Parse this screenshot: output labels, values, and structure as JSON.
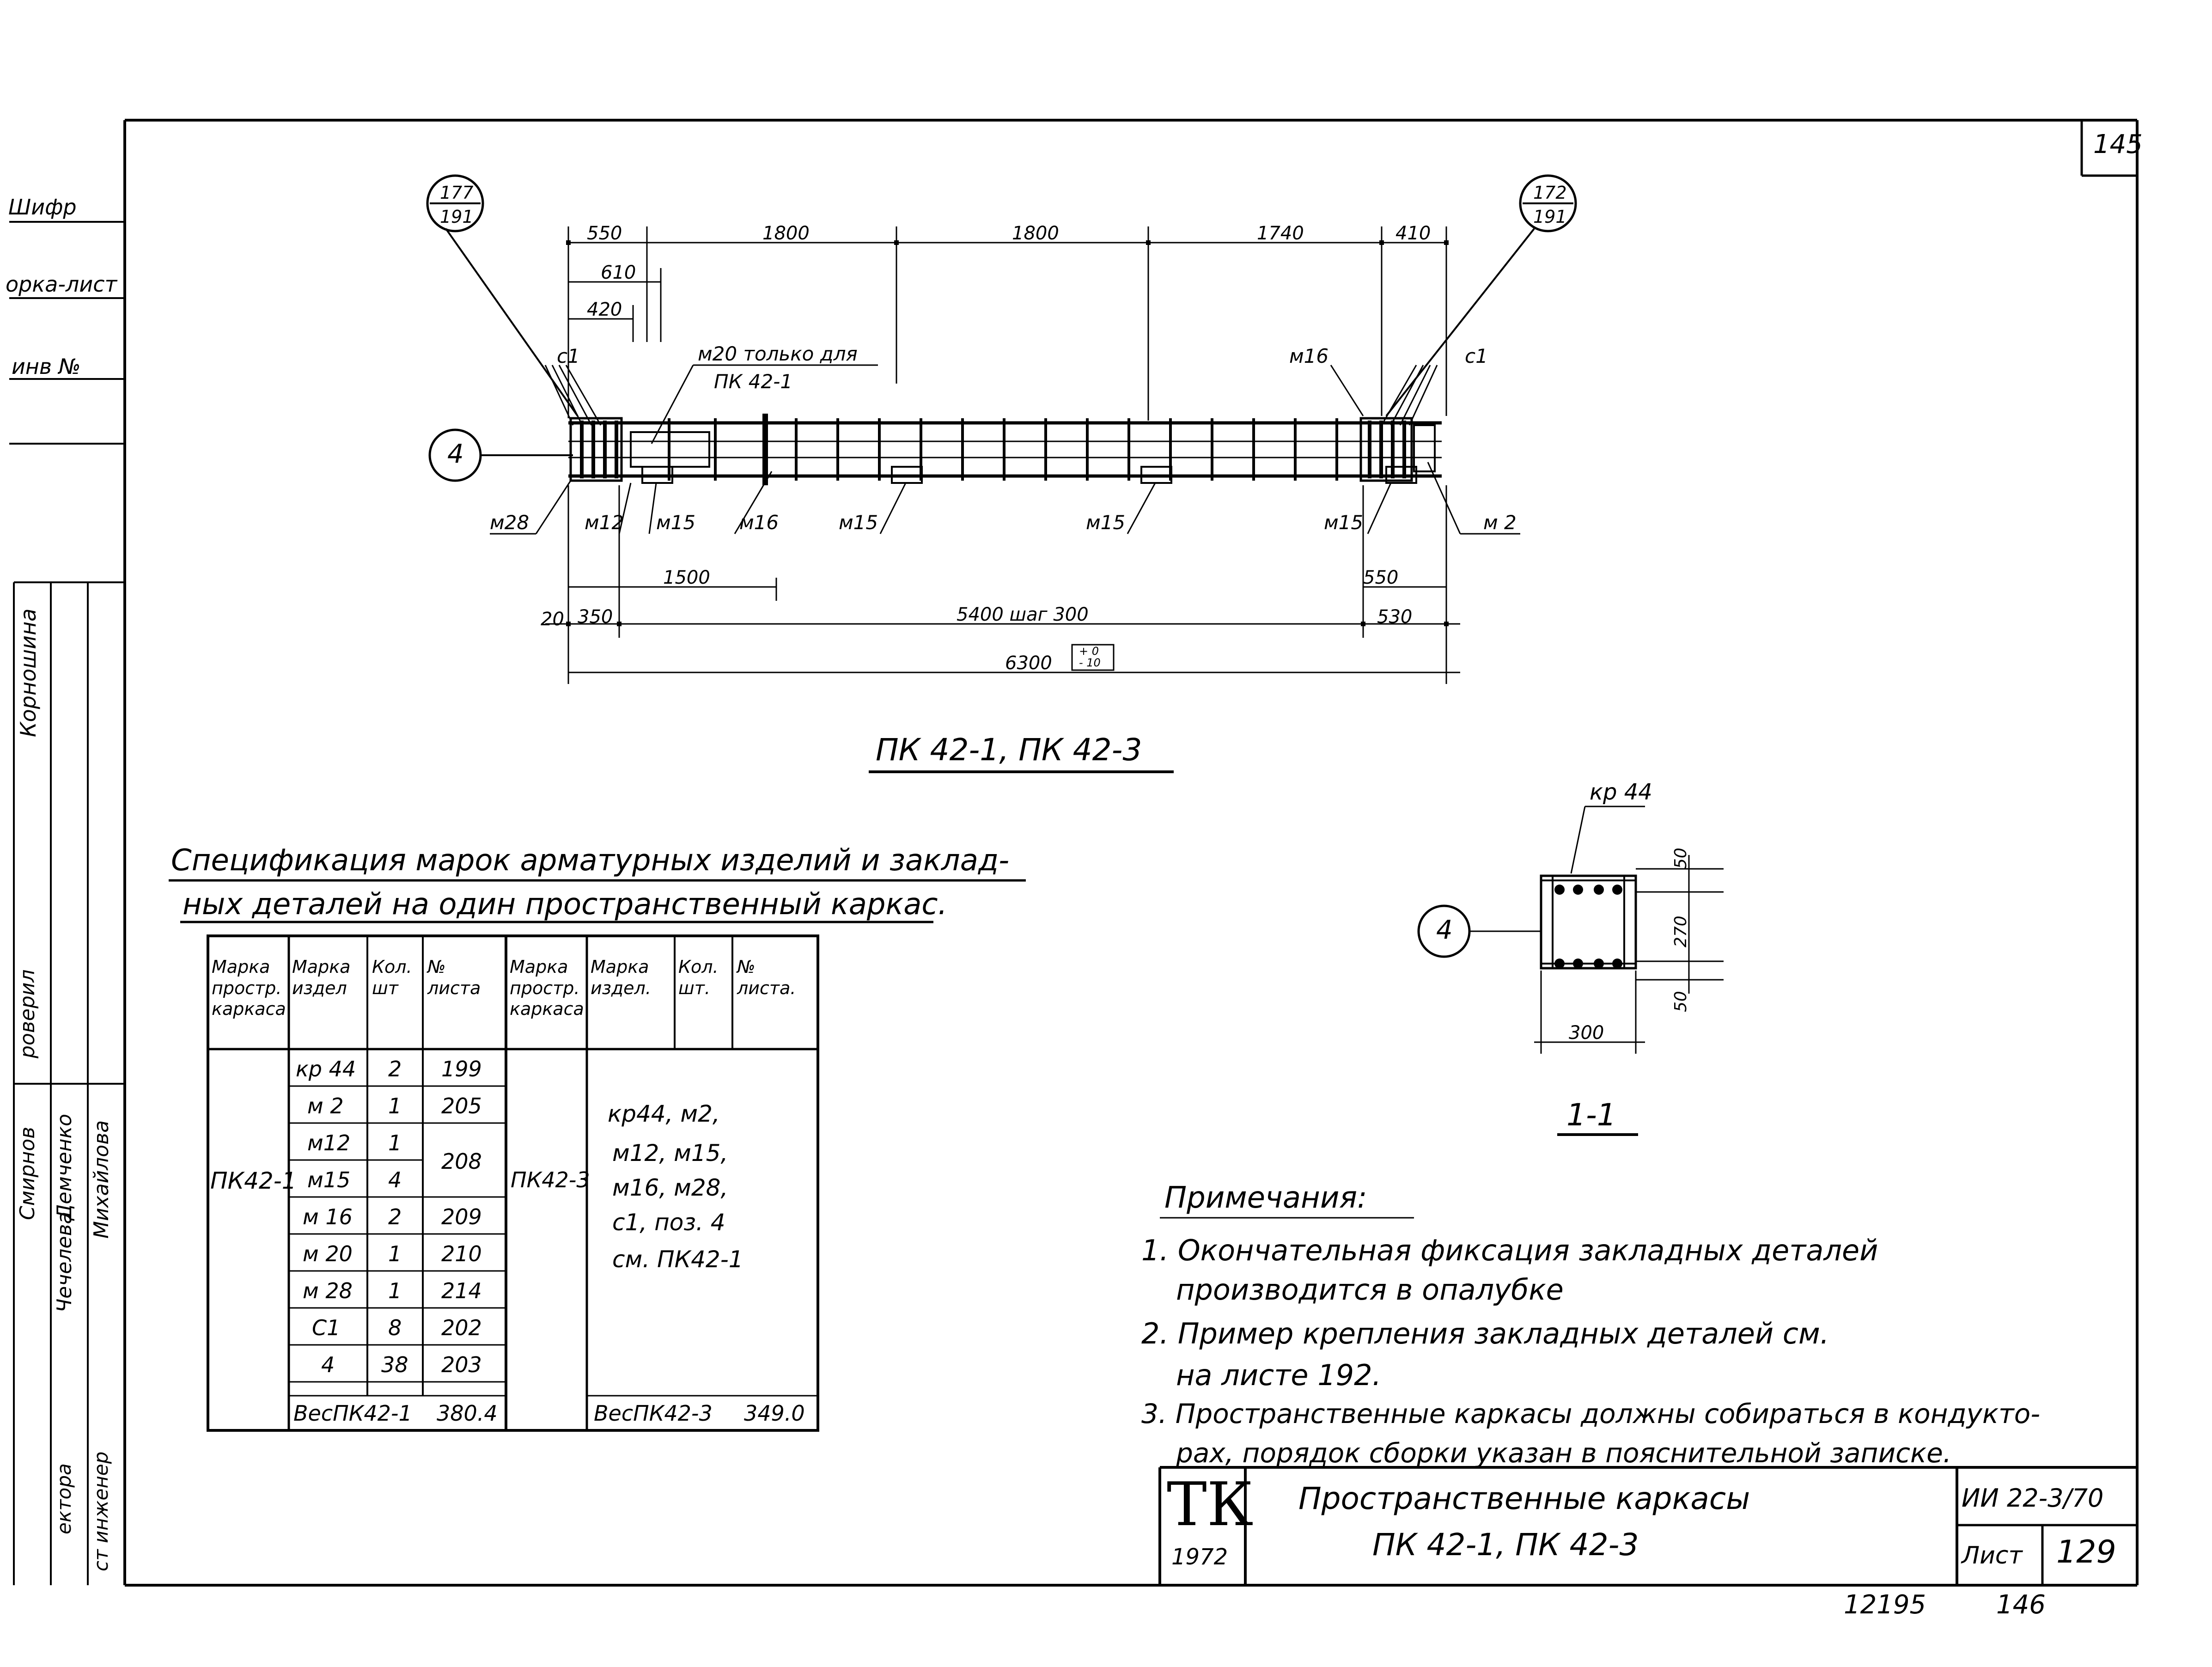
{
  "sheet_number_top": "145",
  "bottom_left_numbers": {
    "left": "12195",
    "right": "146"
  },
  "left_margin_labels": [
    "Шифр",
    "орка-лист",
    "инв №"
  ],
  "signature_block": {
    "names": [
      "Корношина",
      "Смирнов",
      "Демченко",
      "Чечелева",
      "Михайлова"
    ],
    "roles": [
      "роверил",
      "ст инженер",
      "ектора"
    ]
  },
  "main_drawing": {
    "title": "ПК 42-1, ПК 42-3",
    "ref_left": {
      "top": "177",
      "bottom": "191"
    },
    "ref_right": {
      "top": "172",
      "bottom": "191"
    },
    "section_mark": "4",
    "top_dimensions": [
      "550",
      "1800",
      "1800",
      "1740",
      "410",
      "610",
      "420"
    ],
    "bottom_dimensions": [
      "1500",
      "550",
      "20",
      "350",
      "5400 шаг 300",
      "530",
      "6300"
    ],
    "tolerance": {
      "plus": "+ 0",
      "minus": "- 10"
    },
    "callouts": {
      "c1_left": "с1",
      "c1_right": "с1",
      "m20_note_line1": "м20 только для",
      "m20_note_line2": "ПК 42-1",
      "m16_top": "м16",
      "m28": "м28",
      "m12": "м12",
      "m15_a": "м15",
      "m16_bottom": "м16",
      "m15_b": "м15",
      "m15_c": "м15",
      "m15_d": "м15",
      "m2": "м 2"
    }
  },
  "section_view": {
    "title": "1-1",
    "mark": "4",
    "kr": "кр 44",
    "dims": {
      "top": "50",
      "middle": "270",
      "bottom": "50",
      "width": "300"
    }
  },
  "specification": {
    "title_line1": "Спецификация марок арматурных изделий и заклад-",
    "title_line2": "ных деталей на один пространственный каркас.",
    "headers": [
      "Марка простр. каркаса",
      "Марка издел",
      "Кол. шт",
      "№ листа",
      "Марка простр. каркаса",
      "Марка издел.",
      "Кол. шт.",
      "№ листа."
    ],
    "left_frame": "ПК42-1",
    "rows": [
      {
        "mark": "кр 44",
        "qty": "2",
        "sheet": "199"
      },
      {
        "mark": "м 2",
        "qty": "1",
        "sheet": "205"
      },
      {
        "mark": "м12",
        "qty": "1",
        "sheet": "208"
      },
      {
        "mark": "м15",
        "qty": "4",
        "sheet": ""
      },
      {
        "mark": "м 16",
        "qty": "2",
        "sheet": "209"
      },
      {
        "mark": "м 20",
        "qty": "1",
        "sheet": "210"
      },
      {
        "mark": "м 28",
        "qty": "1",
        "sheet": "214"
      },
      {
        "mark": "С1",
        "qty": "8",
        "sheet": "202"
      },
      {
        "mark": "4",
        "qty": "38",
        "sheet": "203"
      }
    ],
    "left_weight_label": "ВесПК42-1",
    "left_weight_value": "380.4",
    "right_frame": "ПК42-3",
    "right_content_lines": [
      "кр44, м2,",
      "м12, м15,",
      "м16, м28,",
      "с1, поз. 4",
      "см. ПК42-1"
    ],
    "right_weight_label": "ВесПК42-3",
    "right_weight_value": "349.0"
  },
  "notes": {
    "title": "Примечания:",
    "items": [
      "1. Окончательная фиксация закладных деталей",
      "производится в опалубке",
      "2. Пример крепления закладных деталей см.",
      "на листе 192.",
      "3. Пространственные каркасы должны собираться в кондукто-",
      "рах, порядок сборки указан в пояснительной записке."
    ]
  },
  "title_block": {
    "logo": "ТК",
    "year": "1972",
    "title_line1": "Пространственные каркасы",
    "title_line2": "ПК 42-1,  ПК 42-3",
    "series": "ИИ 22-3/70",
    "sheet_label": "Лист",
    "sheet_no": "129"
  }
}
